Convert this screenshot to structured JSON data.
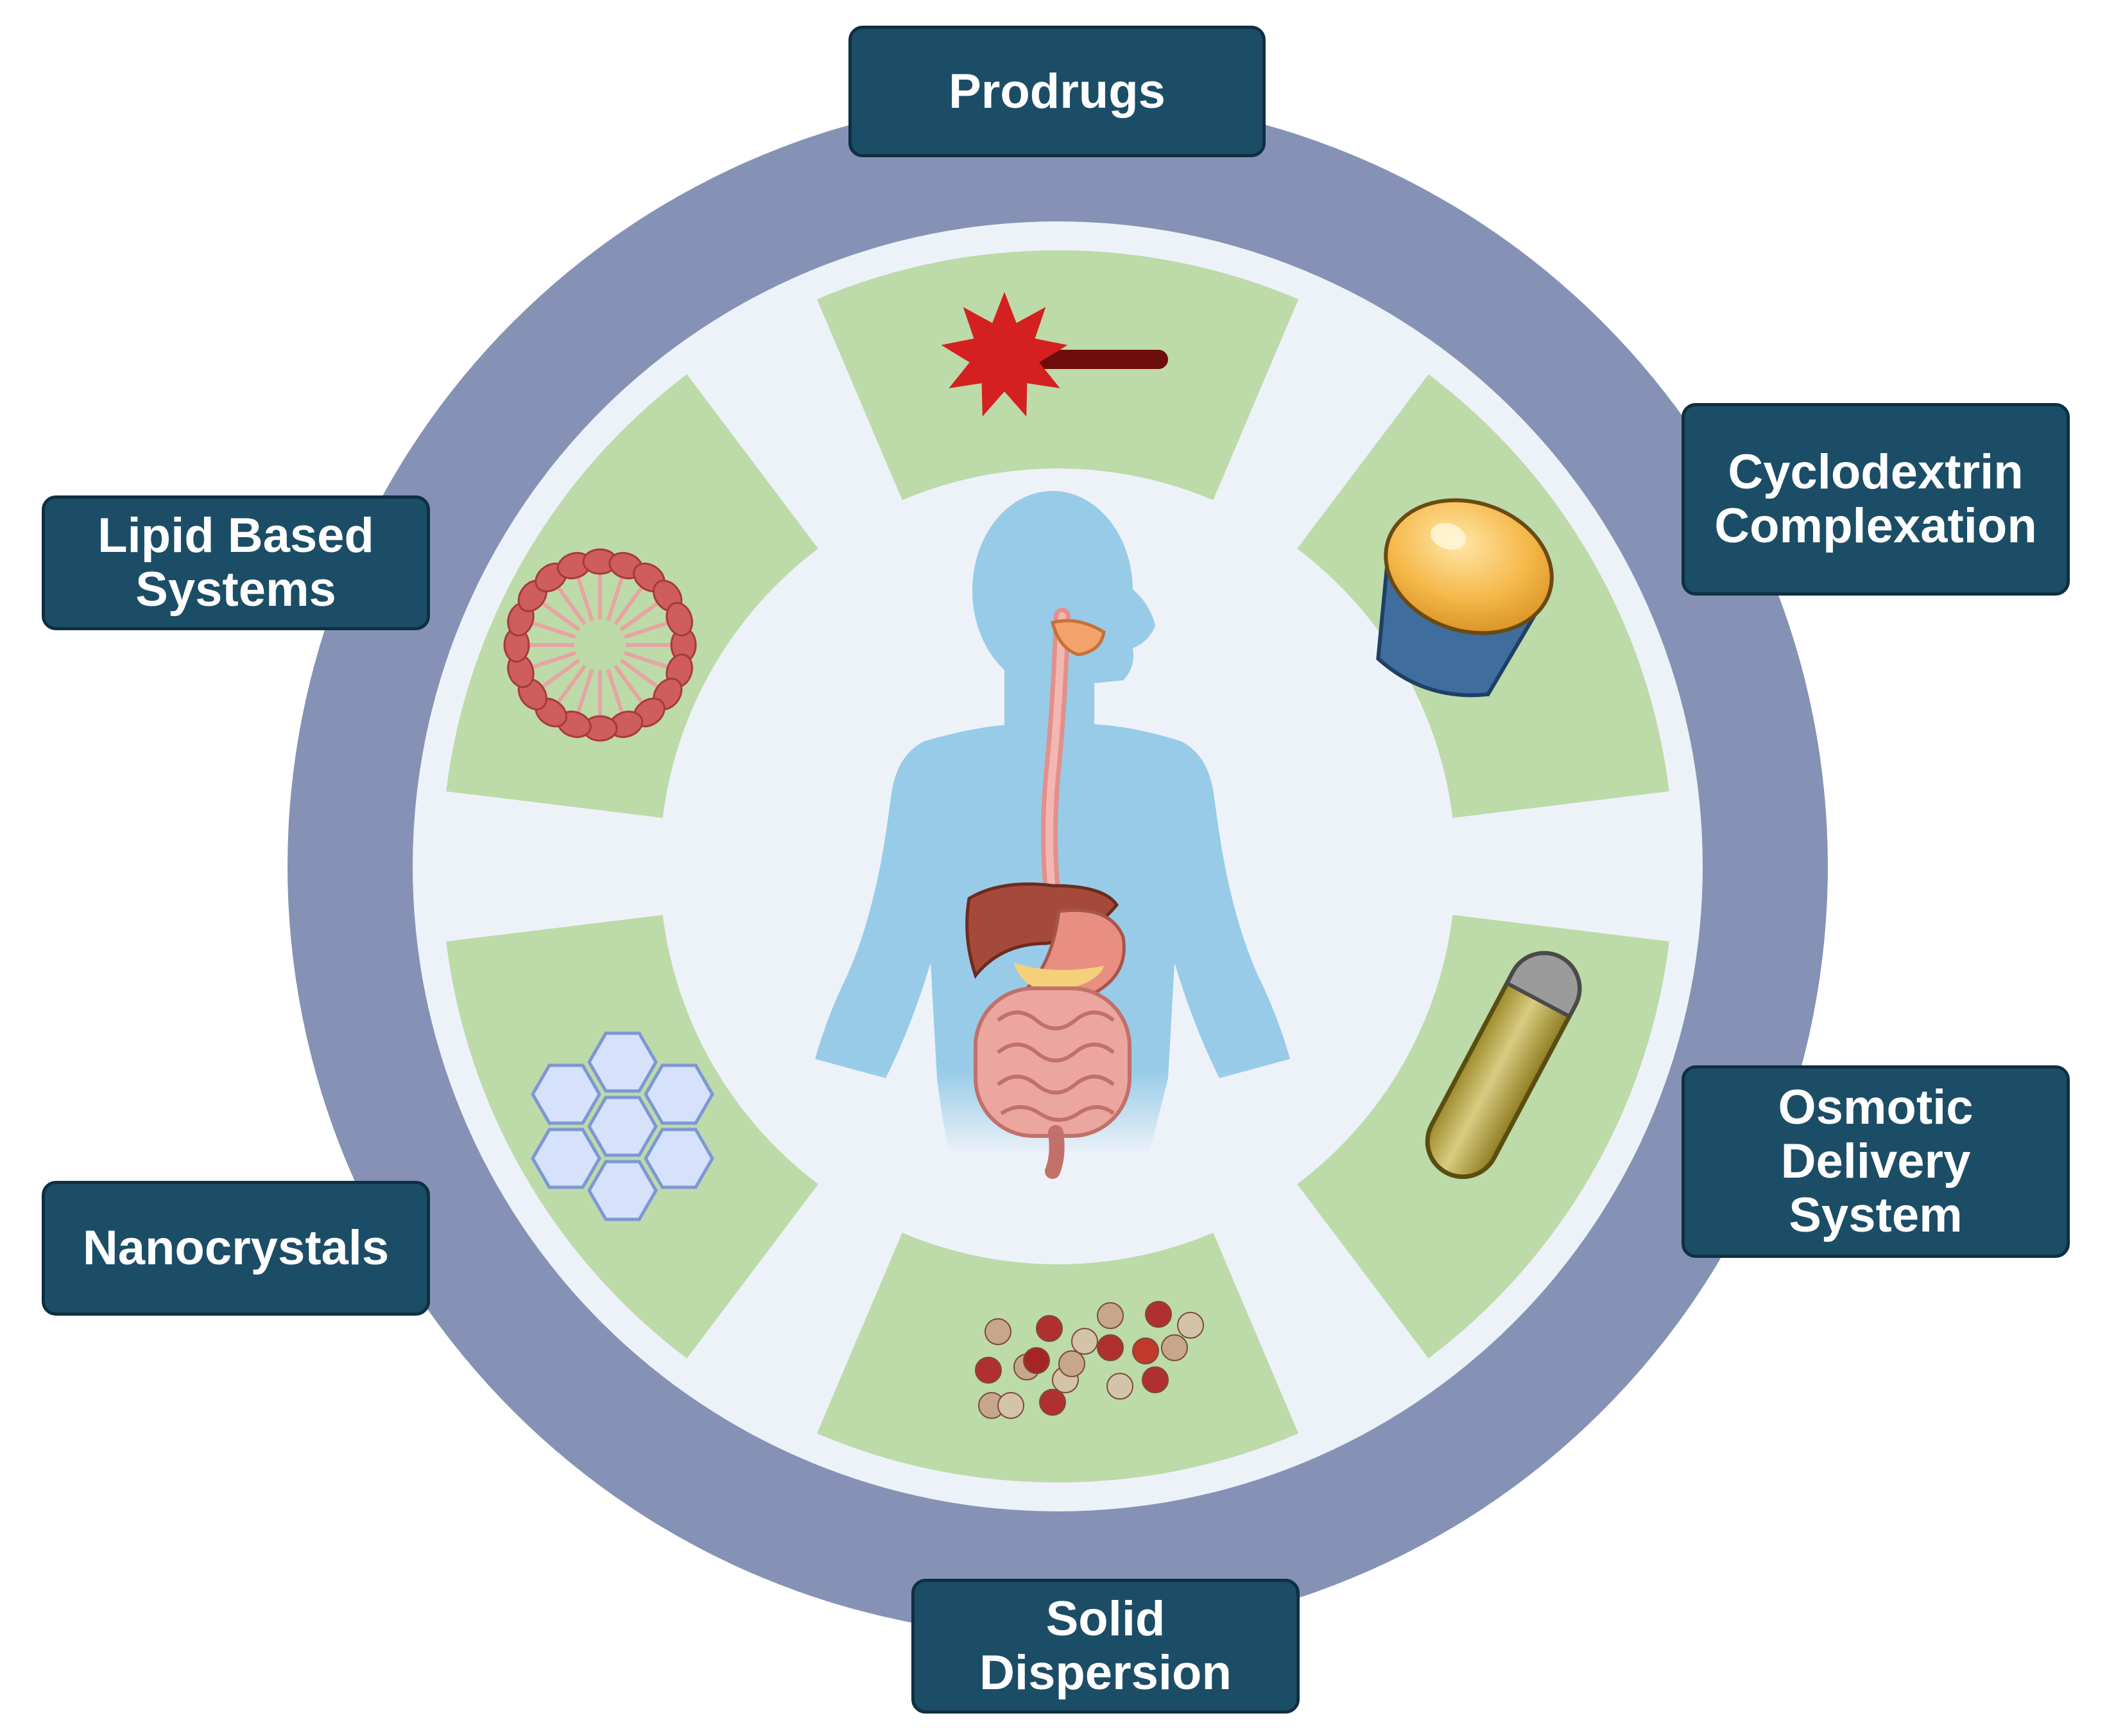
{
  "labels": {
    "prodrugs": "Prodrugs",
    "cyclodextrin": "Cyclodextrin\nComplexation",
    "osmotic": "Osmotic\nDelivery\nSystem",
    "solid_dispersion": "Solid\nDispersion",
    "nanocrystals": "Nanocrystals",
    "lipid": "Lipid Based\nSystems"
  },
  "colors": {
    "outer_ring": "#8592b6",
    "inner_disc": "#edf2f8",
    "segment": "#bddaa9",
    "label_bg": "#1c4d66",
    "body": "#97cbe8"
  },
  "icons": {
    "prodrugs": "star-with-bar-icon",
    "cyclodextrin": "cup-cone-icon",
    "osmotic": "capsule-icon",
    "solid_dispersion": "particle-cluster-icon",
    "nanocrystals": "hexagon-crystal-icon",
    "lipid": "micelle-icon",
    "center": "human-digestive-system-icon"
  }
}
